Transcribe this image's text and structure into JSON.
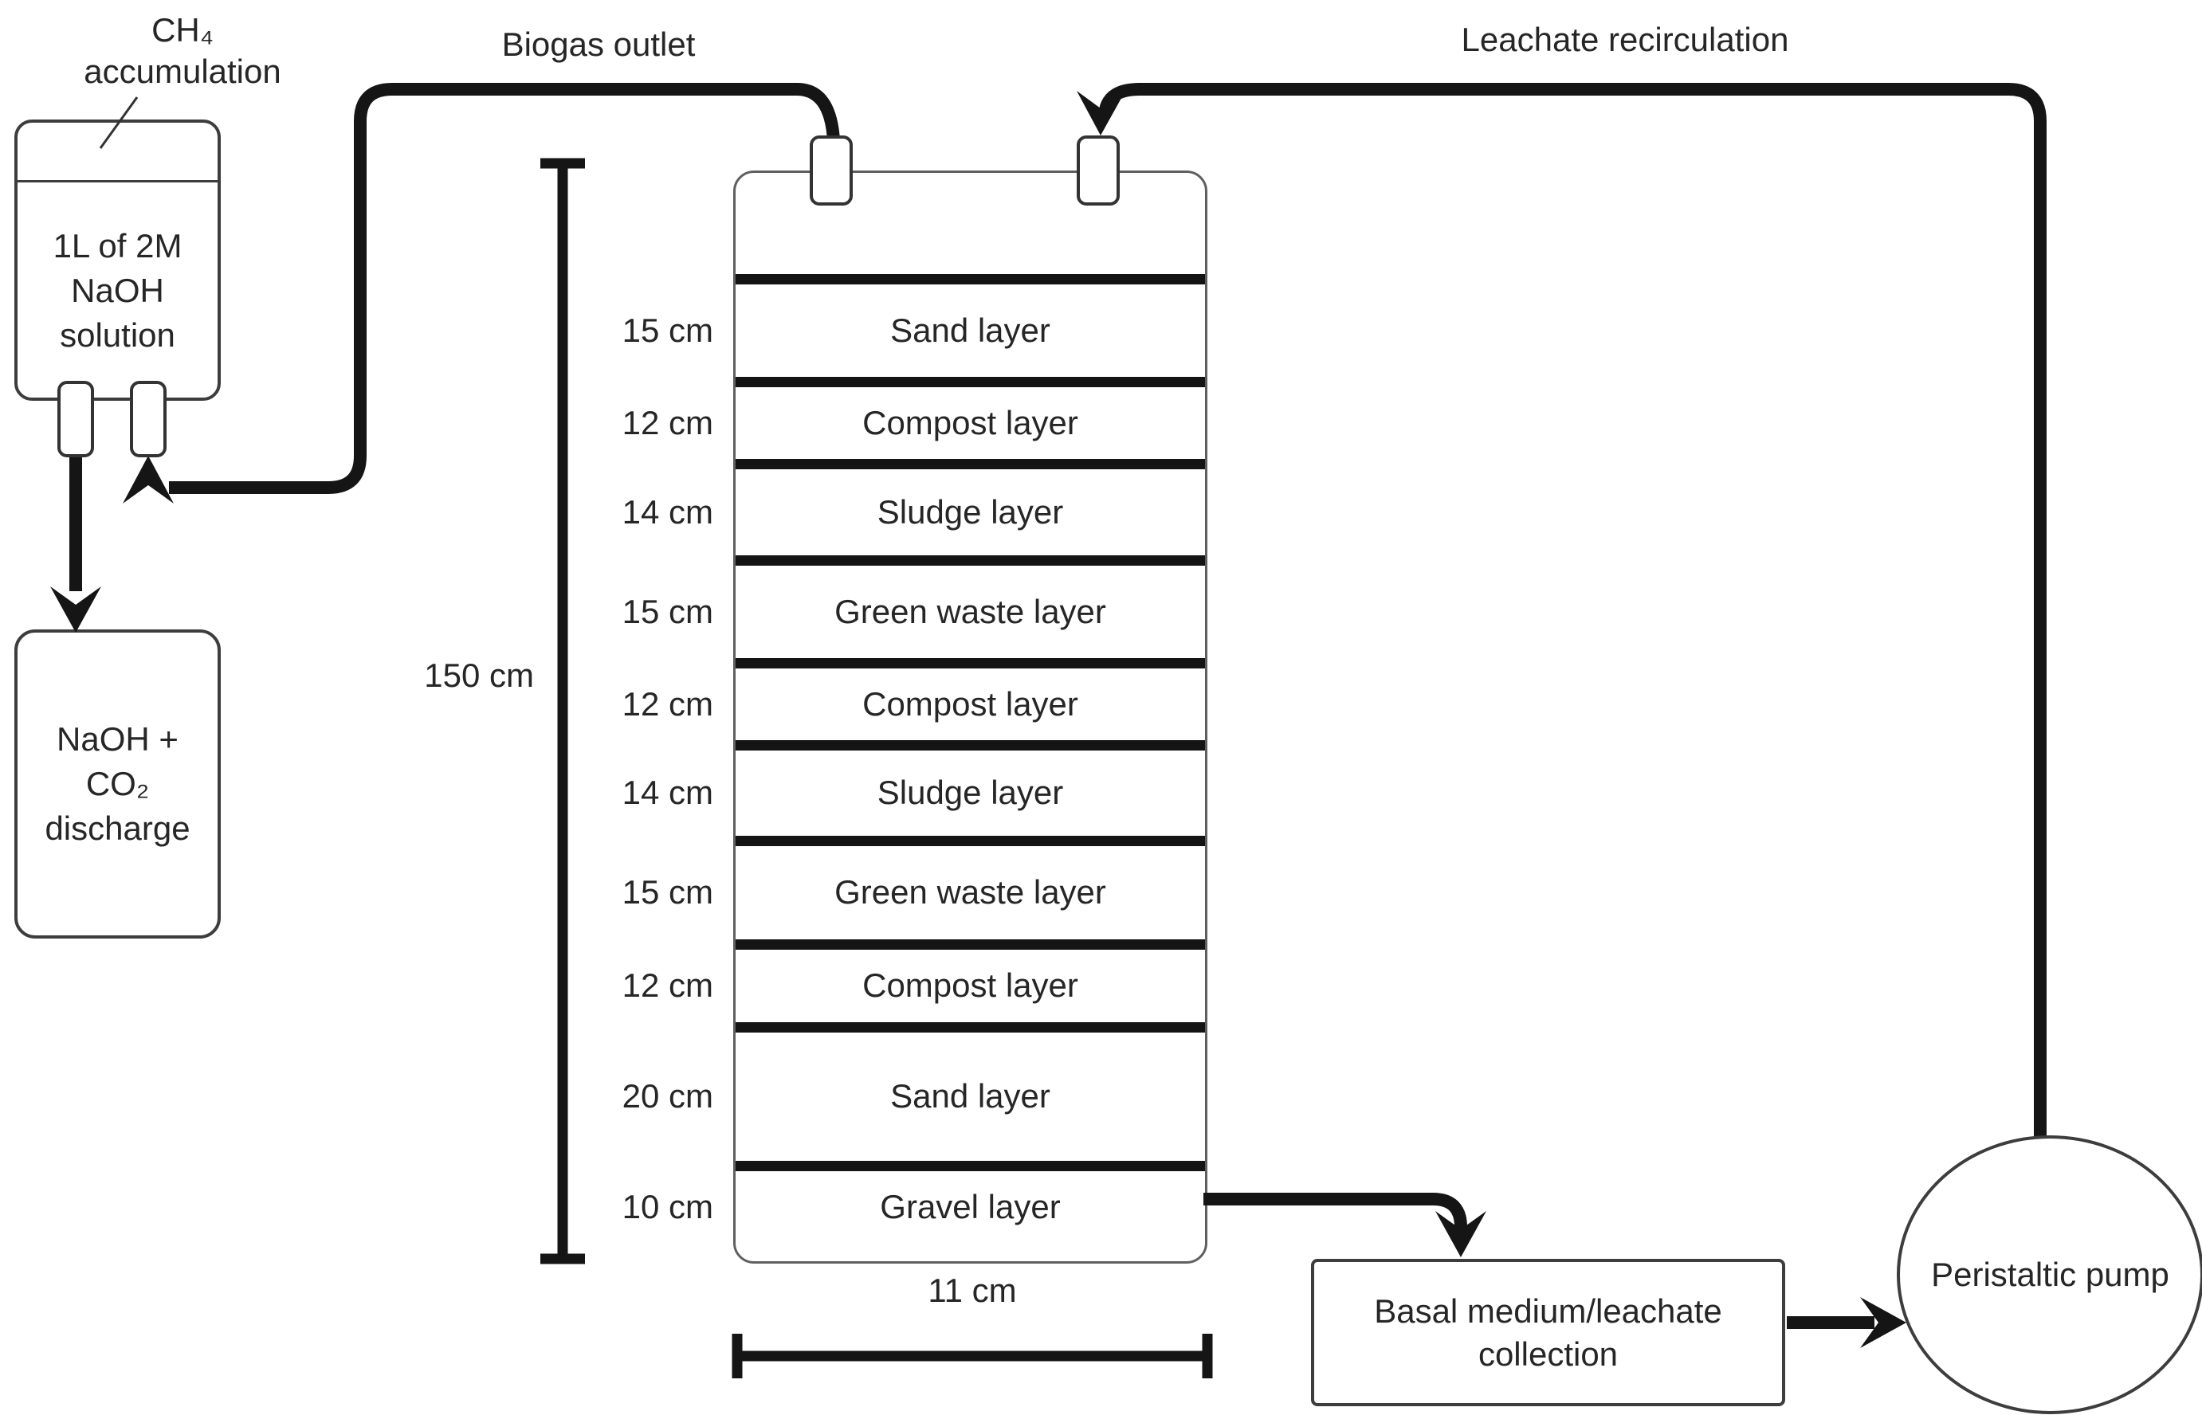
{
  "labels": {
    "ch4_line1": "CH₄",
    "ch4_line2": "accumulation",
    "biogas_outlet": "Biogas outlet",
    "leachate_recirculation": "Leachate recirculation",
    "height_dimension": "150 cm",
    "width_dimension": "11 cm"
  },
  "naoh_trap": {
    "line1": "1L of 2M",
    "line2": "NaOH",
    "line3": "solution"
  },
  "discharge_box": {
    "line1": "NaOH +",
    "line2": "CO₂",
    "line3": "discharge"
  },
  "reactor": {
    "layers": [
      {
        "size": "15 cm",
        "name": "Sand layer"
      },
      {
        "size": "12 cm",
        "name": "Compost layer"
      },
      {
        "size": "14 cm",
        "name": "Sludge layer"
      },
      {
        "size": "15 cm",
        "name": "Green waste layer"
      },
      {
        "size": "12 cm",
        "name": "Compost layer"
      },
      {
        "size": "14 cm",
        "name": "Sludge layer"
      },
      {
        "size": "15 cm",
        "name": "Green waste layer"
      },
      {
        "size": "12 cm",
        "name": "Compost layer"
      },
      {
        "size": "20 cm",
        "name": "Sand layer"
      },
      {
        "size": "10 cm",
        "name": "Gravel layer"
      }
    ]
  },
  "basal_box": {
    "line1": "Basal medium/leachate",
    "line2": "collection"
  },
  "pump": {
    "label": "Peristaltic pump"
  },
  "colors": {
    "background": "#ffffff",
    "pipe_line": "#151515",
    "text": "#262626",
    "reactor_border": "#5f5f5f",
    "box_border": "#3d3d3d"
  }
}
